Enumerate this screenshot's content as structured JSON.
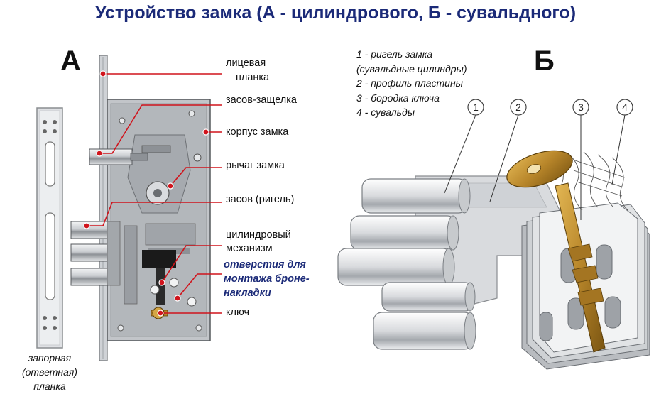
{
  "title": {
    "text": "Устройство замка (",
    "letter_a": "А",
    "middle": " - цилиндрового, ",
    "letter_b": "Б",
    "end": " - сувальдного)"
  },
  "panel_a": {
    "letter": "А",
    "labels": {
      "face_plate_1": "лицевая",
      "face_plate_2": "планка",
      "latch": "засов-защелка",
      "body": "корпус замка",
      "lever": "рычаг замка",
      "bolt": "засов (ригель)",
      "cylinder_1": "цилиндровый",
      "cylinder_2": "механизм",
      "holes_1": "отверстия для",
      "holes_2": "монтажа броне-",
      "holes_3": "накладки",
      "key": "ключ"
    },
    "strike_plate": [
      "запорная",
      "(ответная)",
      "планка"
    ]
  },
  "panel_b": {
    "letter": "Б",
    "legend": [
      "1 - ригель замка",
      "(сувальдные цилиндры)",
      "2 - профиль пластины",
      "3 - бородка ключа",
      "4 - сувальды"
    ],
    "callouts": [
      "1",
      "2",
      "3",
      "4"
    ]
  },
  "colors": {
    "title": "#1b2a78",
    "leader": "#d0141c",
    "metal": "#b9bcc0",
    "key_brass": "#b8862a"
  }
}
